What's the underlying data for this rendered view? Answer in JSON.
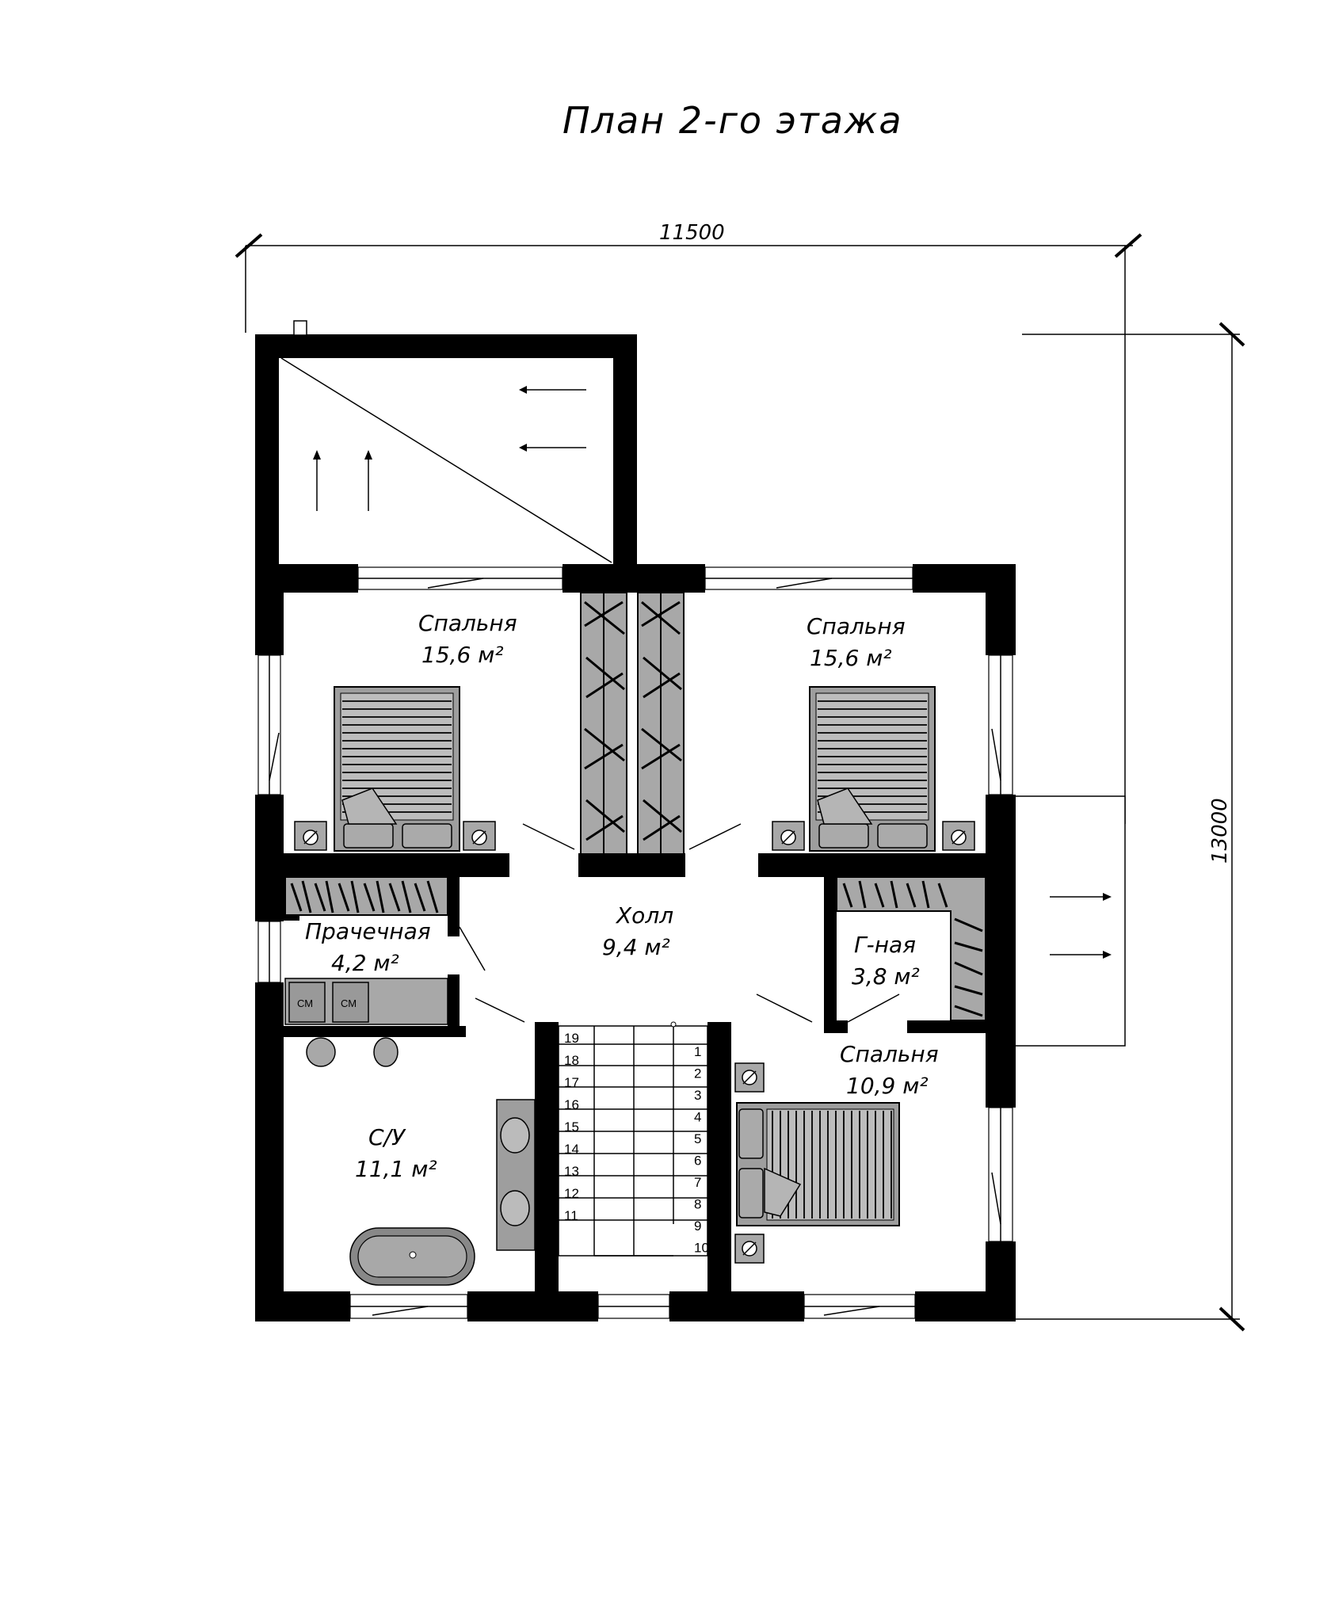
{
  "title": "План 2-го этажа",
  "dimensions": {
    "width": "11500",
    "height": "13000"
  },
  "rooms": [
    {
      "id": "bedroom-1",
      "name": "Спальня",
      "area": "15,6 м²"
    },
    {
      "id": "bedroom-2",
      "name": "Спальня",
      "area": "15,6 м²"
    },
    {
      "id": "laundry",
      "name": "Прачечная",
      "area": "4,2 м²"
    },
    {
      "id": "hall",
      "name": "Холл",
      "area": "9,4 м²"
    },
    {
      "id": "dressing",
      "name": "Г-ная",
      "area": "3,8 м²"
    },
    {
      "id": "bedroom-3",
      "name": "Спальня",
      "area": "10,9 м²"
    },
    {
      "id": "bathroom",
      "name": "С/У",
      "area": "11,1 м²"
    }
  ],
  "appliances": {
    "washer_1": "СМ",
    "washer_2": "СМ"
  },
  "stairs": {
    "left_steps": [
      "19",
      "18",
      "17",
      "16",
      "15",
      "14",
      "13",
      "12",
      "11"
    ],
    "right_steps": [
      "1",
      "2",
      "3",
      "4",
      "5",
      "6",
      "7",
      "8",
      "9",
      "10"
    ]
  }
}
